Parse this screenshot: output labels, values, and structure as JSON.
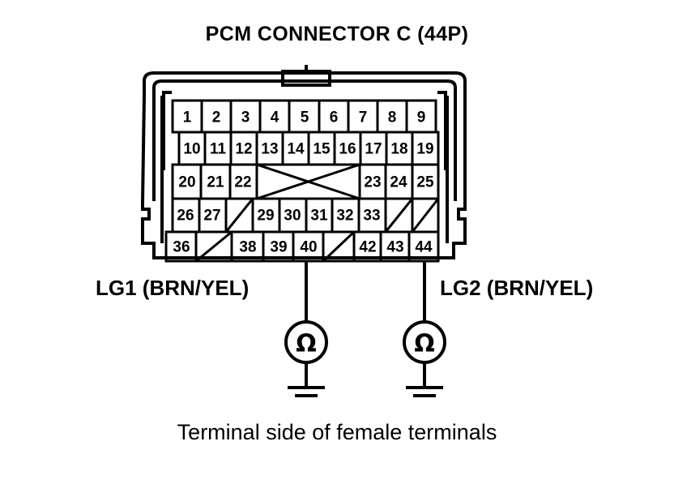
{
  "title": "PCM CONNECTOR C (44P)",
  "caption": "Terminal side of female terminals",
  "labels": {
    "lg1": "LG1 (BRN/YEL)",
    "lg2": "LG2 (BRN/YEL)"
  },
  "colors": {
    "line": "#000000",
    "background": "#ffffff"
  },
  "connector": {
    "name": "PCM Connector C",
    "pin_count": "44",
    "rows": [
      {
        "row": 1,
        "cells": [
          {
            "pin": "1"
          },
          {
            "pin": "2"
          },
          {
            "pin": "3"
          },
          {
            "pin": "4"
          },
          {
            "pin": "5"
          },
          {
            "pin": "6"
          },
          {
            "pin": "7"
          },
          {
            "pin": "8"
          },
          {
            "pin": "9"
          }
        ]
      },
      {
        "row": 2,
        "cells": [
          {
            "pin": "10"
          },
          {
            "pin": "11"
          },
          {
            "pin": "12"
          },
          {
            "pin": "13"
          },
          {
            "pin": "14"
          },
          {
            "pin": "15"
          },
          {
            "pin": "16"
          },
          {
            "pin": "17"
          },
          {
            "pin": "18"
          },
          {
            "pin": "19"
          }
        ]
      },
      {
        "row": 3,
        "cells": [
          {
            "pin": "20"
          },
          {
            "pin": "21"
          },
          {
            "pin": "22"
          },
          {
            "pin": "",
            "mark": "cross-span",
            "span": 4
          },
          {
            "pin": "23"
          },
          {
            "pin": "24"
          },
          {
            "pin": "25"
          }
        ]
      },
      {
        "row": 4,
        "cells": [
          {
            "pin": "26"
          },
          {
            "pin": "27"
          },
          {
            "pin": "",
            "mark": "diagonal"
          },
          {
            "pin": "29"
          },
          {
            "pin": "30"
          },
          {
            "pin": "31"
          },
          {
            "pin": "32"
          },
          {
            "pin": "33"
          },
          {
            "pin": "",
            "mark": "diagonal"
          },
          {
            "pin": "",
            "mark": "diagonal"
          }
        ]
      },
      {
        "row": 5,
        "cells": [
          {
            "pin": "36"
          },
          {
            "pin": "",
            "mark": "diagonal"
          },
          {
            "pin": "38"
          },
          {
            "pin": "39"
          },
          {
            "pin": "40"
          },
          {
            "pin": "",
            "mark": "diagonal"
          },
          {
            "pin": "42"
          },
          {
            "pin": "43"
          },
          {
            "pin": "44"
          }
        ]
      }
    ]
  },
  "meters": [
    {
      "id": "lg1-meter",
      "symbol": "Ω",
      "connected_pin": "40",
      "wire": "LG1 (BRN/YEL)",
      "ground": true
    },
    {
      "id": "lg2-meter",
      "symbol": "Ω",
      "connected_pin": "44",
      "wire": "LG2 (BRN/YEL)",
      "ground": true
    }
  ]
}
